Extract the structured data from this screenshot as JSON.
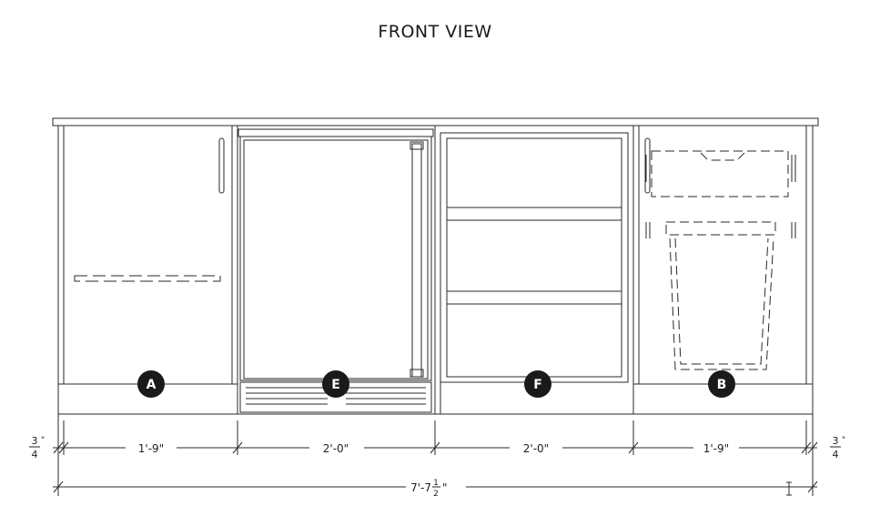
{
  "title": "FRONT VIEW",
  "badges": {
    "a": "A",
    "e": "E",
    "f": "F",
    "b": "B"
  },
  "dimensions": {
    "left_overhang": {
      "num": "3",
      "unit": "\"",
      "den": "4"
    },
    "right_overhang": {
      "num": "3",
      "unit": "\"",
      "den": "4"
    },
    "section_a": "1'-9\"",
    "section_e": "2'-0\"",
    "section_f": "2'-0\"",
    "section_b": "1'-9\"",
    "total_whole": "7'-7",
    "total_frac_num": "1",
    "total_frac_den": "2",
    "total_unit": "\""
  },
  "colors": {
    "line": "#2a2a2a",
    "badge": "#1a1a1a"
  }
}
